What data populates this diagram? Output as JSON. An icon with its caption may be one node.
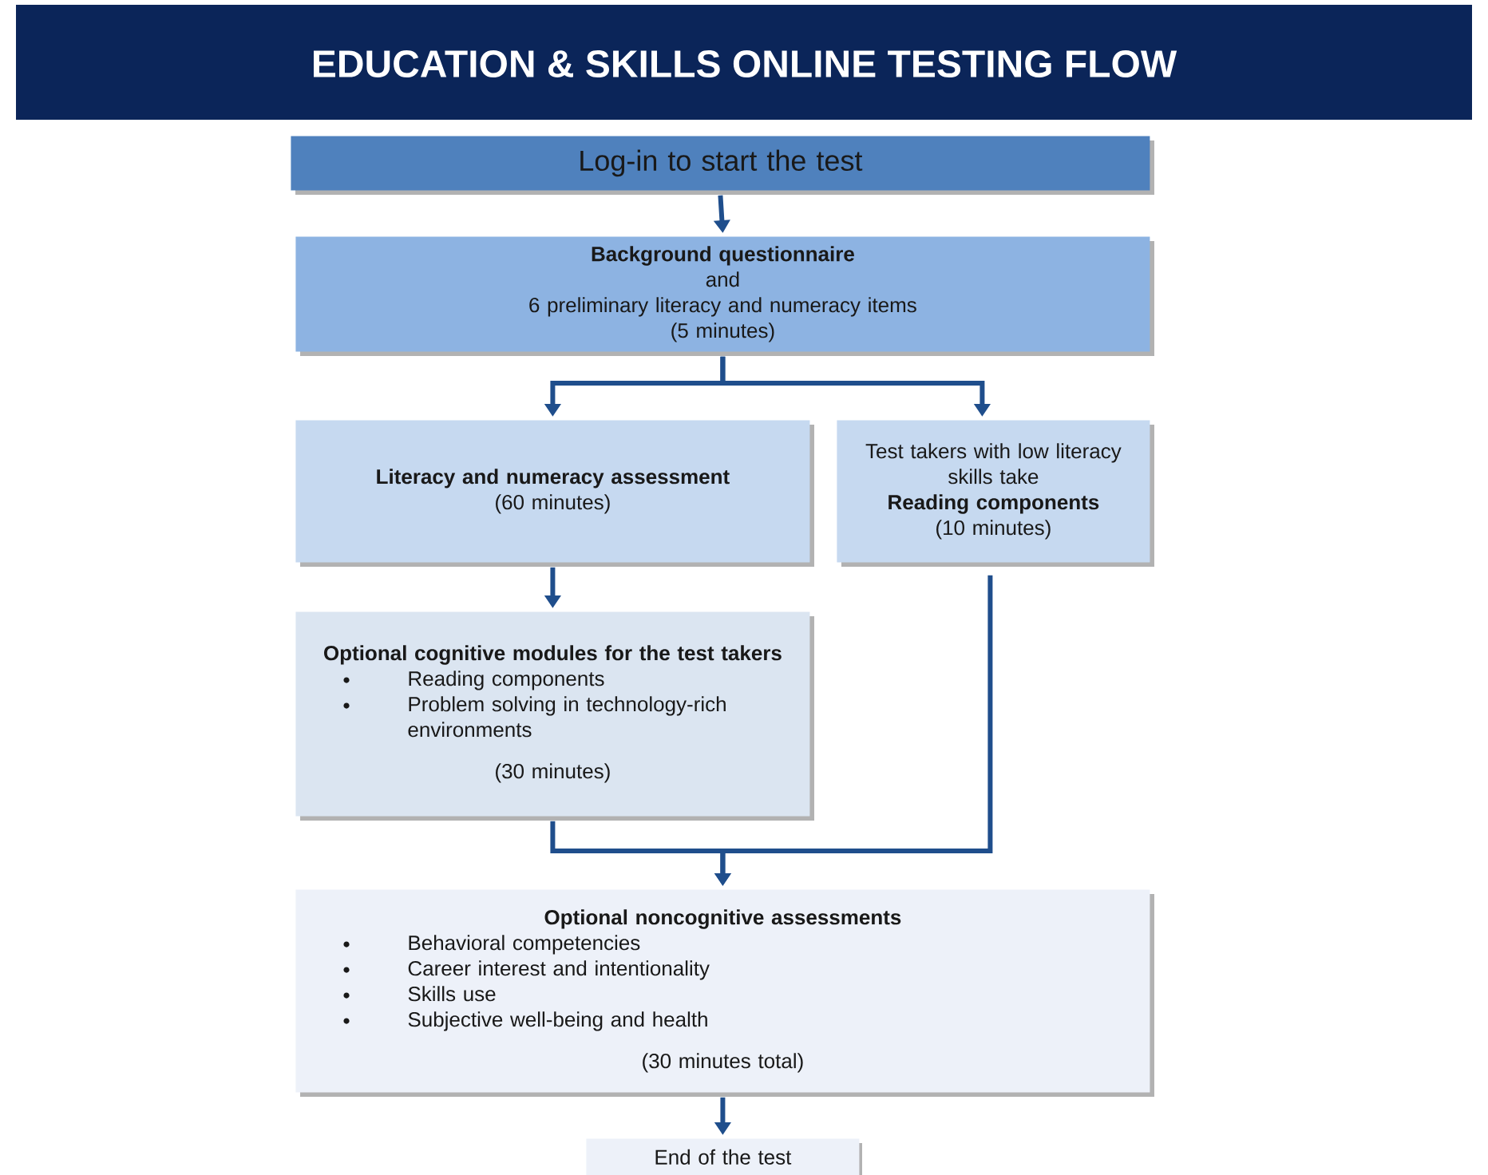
{
  "diagram": {
    "title": "EDUCATION & SKILLS ONLINE TESTING FLOW",
    "nodes": [
      {
        "text": [
          "Log-in to start the test"
        ]
      },
      {
        "text": [
          "Background questionnaire",
          "and",
          "6 preliminary literacy and numeracy items",
          "(5 minutes)"
        ]
      },
      {
        "text": [
          "Literacy and numeracy assessment",
          "(60 minutes)"
        ]
      },
      {
        "text": [
          "Test takers with low literacy skills take",
          "Reading components",
          "(10 minutes)"
        ]
      },
      {
        "text": [
          "Optional cognitive modules for the test takers",
          "Reading components",
          "Problem solving in technology-rich environments",
          "(30 minutes)"
        ]
      },
      {
        "text": [
          "Optional noncognitive assessments",
          "Behavioral competencies",
          "Career interest and intentionality",
          "Skills use",
          "Subjective well-being and health",
          "(30 minutes total)"
        ]
      },
      {
        "text": [
          "End of the test"
        ]
      }
    ],
    "edges": [
      {
        "from": 0,
        "to": 1,
        "arrow": "to"
      },
      {
        "from": 1,
        "to": 2,
        "arrow": "to"
      },
      {
        "from": 1,
        "to": 3,
        "arrow": "to"
      },
      {
        "from": 2,
        "to": 4,
        "arrow": "to"
      },
      {
        "from": 4,
        "to": 5,
        "arrow": "to"
      },
      {
        "from": 3,
        "to": 5,
        "arrow": "to"
      },
      {
        "from": 5,
        "to": 6,
        "arrow": "to"
      }
    ]
  }
}
